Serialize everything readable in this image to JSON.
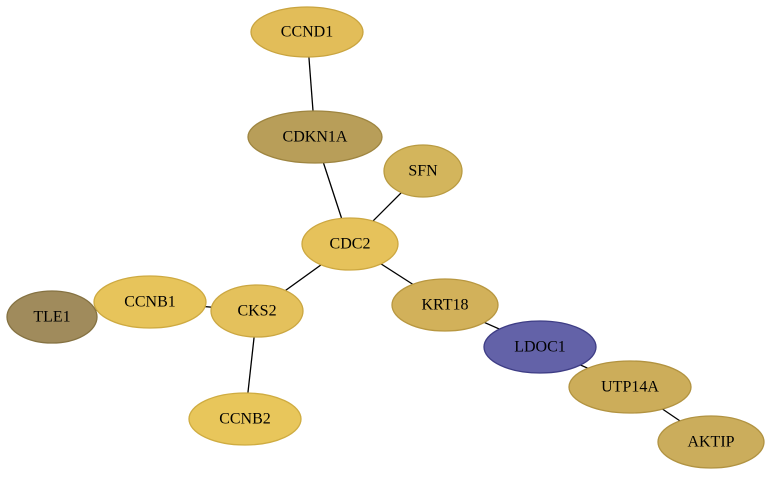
{
  "network": {
    "nodes": [
      {
        "id": "CCND1",
        "label": "CCND1",
        "fill": "#E2BD59",
        "stroke": "#C9A43F"
      },
      {
        "id": "CDKN1A",
        "label": "CDKN1A",
        "fill": "#B89E59",
        "stroke": "#9E8540"
      },
      {
        "id": "SFN",
        "label": "SFN",
        "fill": "#D3B55C",
        "stroke": "#B99B42"
      },
      {
        "id": "CDC2",
        "label": "CDC2",
        "fill": "#E6C25B",
        "stroke": "#CDA841"
      },
      {
        "id": "KRT18",
        "label": "KRT18",
        "fill": "#D2B15A",
        "stroke": "#B89740"
      },
      {
        "id": "CCNB1",
        "label": "CCNB1",
        "fill": "#E7C45B",
        "stroke": "#CEAA41"
      },
      {
        "id": "CKS2",
        "label": "CKS2",
        "fill": "#E4C15C",
        "stroke": "#CBA742"
      },
      {
        "id": "TLE1",
        "label": "TLE1",
        "fill": "#A08B5C",
        "stroke": "#857242"
      },
      {
        "id": "LDOC1",
        "label": "LDOC1",
        "fill": "#6362A8",
        "stroke": "#3E3D85"
      },
      {
        "id": "UTP14A",
        "label": "UTP14A",
        "fill": "#CCAD5A",
        "stroke": "#B29340"
      },
      {
        "id": "CCNB2",
        "label": "CCNB2",
        "fill": "#E8C65B",
        "stroke": "#CFAC41"
      },
      {
        "id": "AKTIP",
        "label": "AKTIP",
        "fill": "#CBAD5C",
        "stroke": "#B19342"
      }
    ],
    "edges": [
      [
        "CCND1",
        "CDKN1A"
      ],
      [
        "CDKN1A",
        "CDC2"
      ],
      [
        "SFN",
        "CDC2"
      ],
      [
        "CDC2",
        "CKS2"
      ],
      [
        "CDC2",
        "KRT18"
      ],
      [
        "CKS2",
        "CCNB1"
      ],
      [
        "CCNB1",
        "TLE1"
      ],
      [
        "CKS2",
        "CCNB2"
      ],
      [
        "KRT18",
        "LDOC1"
      ],
      [
        "LDOC1",
        "UTP14A"
      ],
      [
        "UTP14A",
        "AKTIP"
      ]
    ]
  }
}
